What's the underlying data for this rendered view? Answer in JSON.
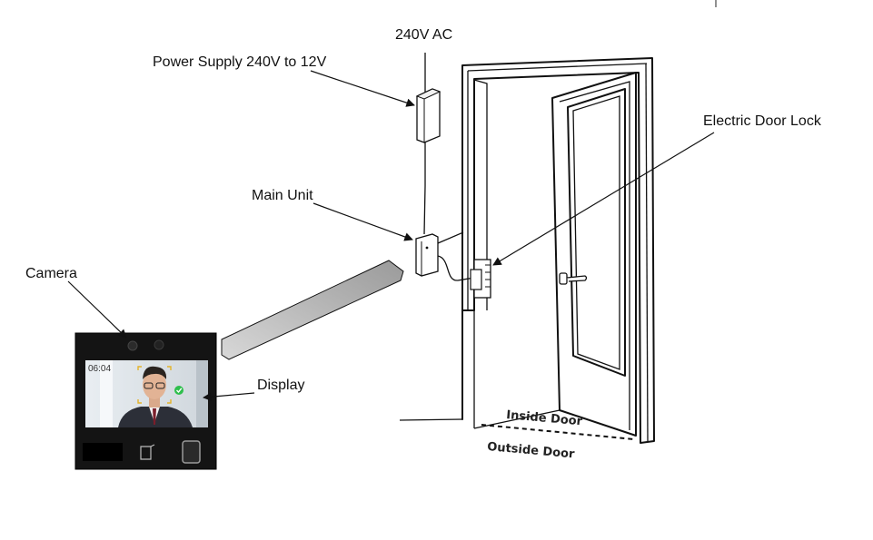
{
  "labels": {
    "ac": "240V AC",
    "power_supply": "Power Supply 240V to 12V",
    "main_unit": "Main Unit",
    "door_lock": "Electric Door Lock",
    "camera": "Camera",
    "display": "Display",
    "inside_door": "Inside Door",
    "outside_door": "Outside Door"
  },
  "device": {
    "clock": "06:04"
  }
}
